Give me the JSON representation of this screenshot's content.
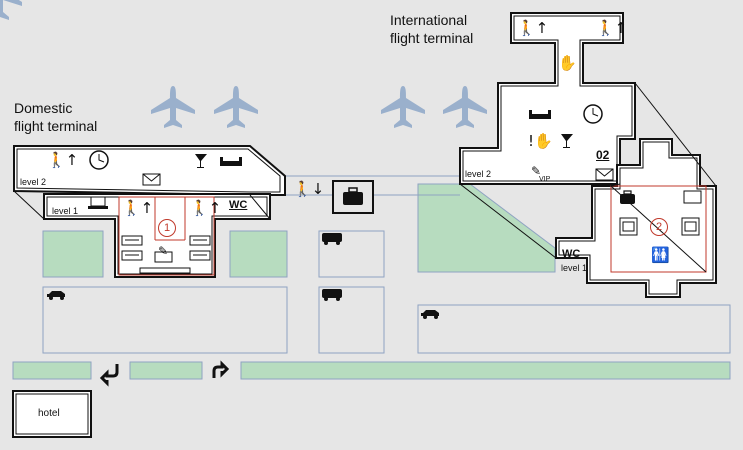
{
  "domestic": {
    "title_line1": "Domestic",
    "title_line2": "flight terminal",
    "level2": "level 2",
    "level1": "level 1",
    "wc": "WC",
    "zone_number": "1"
  },
  "international": {
    "title_line1": "International",
    "title_line2": "flight terminal",
    "level2": "level 2",
    "level1": "level 1",
    "wc": "WC",
    "gate_label": "02",
    "vip": "VIP",
    "zone_number": "2"
  },
  "hotel": {
    "label": "hotel"
  },
  "icons": {
    "airplane": "airplane-icon",
    "escalator": "escalator-icon",
    "clock": "clock-icon",
    "bar": "cocktail-icon",
    "lounge": "sofa-icon",
    "mail": "mail-icon",
    "computer": "laptop-icon",
    "baggage": "suitcase-icon",
    "checkin": "checkin-desk-icon",
    "customs": "hand-stop-icon",
    "info": "information-icon",
    "bus": "bus-icon",
    "car": "car-icon",
    "wc": "toilet-icon",
    "turn_left": "turn-left-arrow-icon",
    "turn_right": "turn-right-arrow-icon"
  },
  "colors": {
    "background": "#e6e6e6",
    "green": "#b7dcbf",
    "plane": "#9ab0cc",
    "zone_outline": "#c0392b",
    "parking_outline": "#8fa3c2"
  }
}
